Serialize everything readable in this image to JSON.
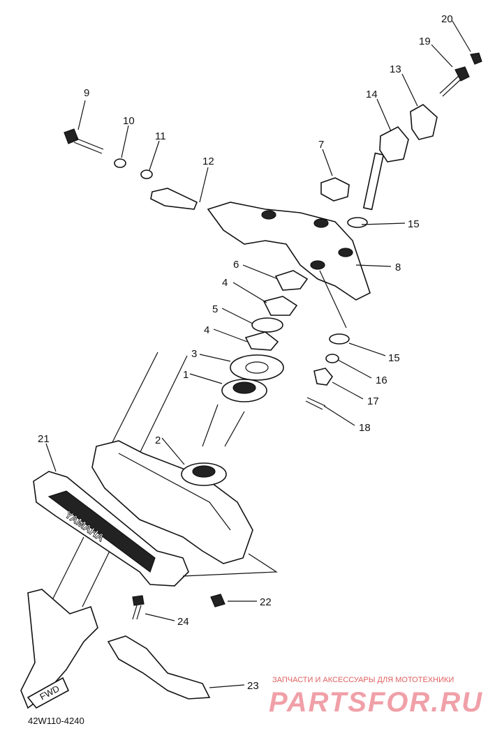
{
  "callouts": [
    "1",
    "2",
    "3",
    "4",
    "4",
    "5",
    "6",
    "7",
    "8",
    "9",
    "10",
    "11",
    "12",
    "13",
    "14",
    "15",
    "15",
    "16",
    "17",
    "18",
    "19",
    "20",
    "21",
    "22",
    "23",
    "24"
  ],
  "emblem_text": "YAMAHA",
  "fwd_text": "FWD",
  "diagram_code": "42W110-4240",
  "watermark": {
    "top_text": "ЗАПЧАСТИ И АКСЕССУАРЫ ДЛЯ МОТОТЕХНИКИ",
    "logo_text": "PARTSFOR.RU"
  }
}
